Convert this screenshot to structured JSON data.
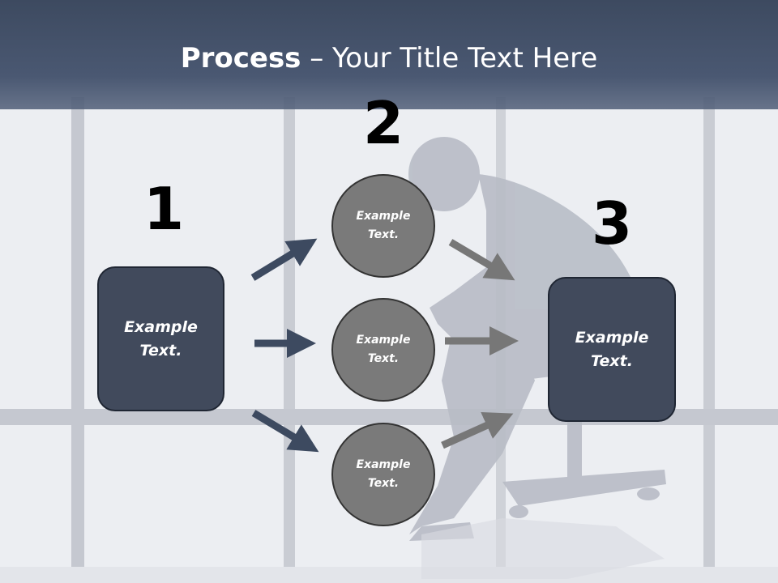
{
  "title": {
    "bold": "Process",
    "rest": " – Your Title Text Here"
  },
  "steps": [
    {
      "number": "1",
      "text": "Example\nText."
    },
    {
      "number": "2",
      "text": ""
    },
    {
      "number": "3",
      "text": "Example\nText."
    }
  ],
  "circles": [
    {
      "text": "Example\nText."
    },
    {
      "text": "Example\nText."
    },
    {
      "text": "Example\nText."
    }
  ],
  "colors": {
    "title_band": "#4a5872",
    "box_fill": "#414a5c",
    "circle_fill": "#7a7a7a",
    "arrow_dark": "#3d4a60",
    "arrow_gray": "#777777"
  }
}
